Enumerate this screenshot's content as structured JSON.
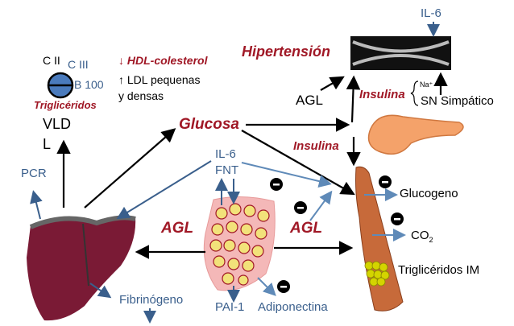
{
  "lipoprotein": {
    "c2": "C II",
    "c3": "C III",
    "b100": "B 100",
    "tg": "Triglicéridos",
    "vld": "VLD",
    "l": "L"
  },
  "lipids": {
    "hdl": "↓ HDL-colesterol",
    "ldl": "↑ LDL pequenas",
    "ldl2": "y densas"
  },
  "vessel": {
    "hypertension": "Hipertensión",
    "il6": "IL-6",
    "agl": "AGL",
    "insulina": "Insulina",
    "na": "Na⁺",
    "sn": "SN Simpático"
  },
  "center": {
    "glucosa": "Glucosa",
    "insulina": "Insulina",
    "il6": "IL-6",
    "fnt": "FNT",
    "agl_left": "AGL",
    "agl_right": "AGL",
    "pai": "PAI-1",
    "adipo": "Adiponectina"
  },
  "liver": {
    "pcr": "PCR",
    "fib": "Fibrinógeno"
  },
  "muscle": {
    "glucogeno": "Glucogeno",
    "co2": "CO",
    "co2_sub": "2",
    "tgim": "Triglicéridos IM"
  },
  "colors": {
    "red": "#a01826",
    "blue": "#3a5f8c",
    "liver": "#7a1a35",
    "fat": "#f2e27a",
    "muscle": "#c76a3a"
  }
}
